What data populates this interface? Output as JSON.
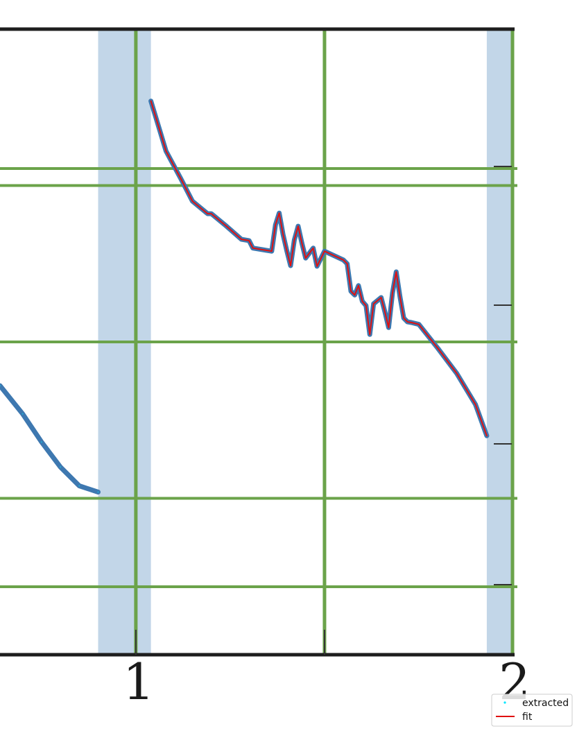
{
  "chart_data": {
    "type": "line",
    "title": "",
    "xlabel": "",
    "ylabel": "",
    "xlim": [
      0.64,
      2.0
    ],
    "ylim": [
      0,
      1
    ],
    "x_ticks": [
      {
        "value": 1,
        "label": "1"
      },
      {
        "value": 2,
        "label": "2"
      }
    ],
    "grid": true,
    "grid_color": "#6ba34a",
    "shaded_bands": [
      {
        "x0": 0.9,
        "x1": 1.04,
        "color": "#c2d6e8"
      },
      {
        "x0": 1.93,
        "x1": 2.0,
        "color": "#c2d6e8"
      }
    ],
    "series": [
      {
        "name": "extracted",
        "color": "#00e5ff",
        "source_color": "#3e78b0",
        "x": [
          0.64,
          0.7,
          0.75,
          0.8,
          0.85,
          0.9
        ],
        "y": [
          0.43,
          0.385,
          0.34,
          0.3,
          0.27,
          0.26
        ]
      },
      {
        "name": "fit",
        "color": "#e01010",
        "source_color": "#3e78b0",
        "x": [
          1.04,
          1.08,
          1.12,
          1.15,
          1.19,
          1.2,
          1.24,
          1.28,
          1.3,
          1.31,
          1.36,
          1.37,
          1.38,
          1.39,
          1.4,
          1.41,
          1.42,
          1.43,
          1.44,
          1.45,
          1.47,
          1.48,
          1.5,
          1.55,
          1.56,
          1.57,
          1.58,
          1.59,
          1.6,
          1.61,
          1.62,
          1.63,
          1.65,
          1.66,
          1.67,
          1.68,
          1.69,
          1.7,
          1.71,
          1.72,
          1.73,
          1.75,
          1.8,
          1.85,
          1.9,
          1.93
        ],
        "y": [
          0.885,
          0.805,
          0.76,
          0.725,
          0.705,
          0.705,
          0.685,
          0.664,
          0.662,
          0.65,
          0.645,
          0.687,
          0.706,
          0.672,
          0.646,
          0.622,
          0.663,
          0.685,
          0.658,
          0.634,
          0.65,
          0.621,
          0.645,
          0.631,
          0.625,
          0.581,
          0.575,
          0.59,
          0.565,
          0.558,
          0.512,
          0.561,
          0.571,
          0.548,
          0.523,
          0.578,
          0.612,
          0.572,
          0.538,
          0.532,
          0.531,
          0.528,
          0.49,
          0.45,
          0.4,
          0.35
        ]
      }
    ],
    "legend_placement": "bottom-right"
  },
  "legend": {
    "items": [
      {
        "label": "extracted",
        "color": "#00e5ff",
        "marker": "dot"
      },
      {
        "label": "fit",
        "color": "#e01010",
        "marker": "line"
      }
    ]
  }
}
